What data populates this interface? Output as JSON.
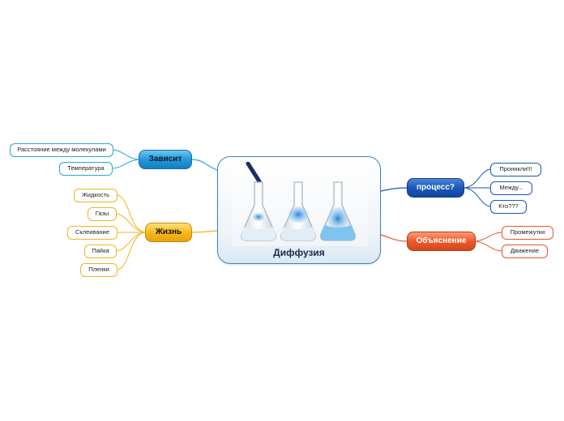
{
  "center": {
    "title": "Диффузия",
    "image": "laboratory-flasks-icon"
  },
  "branches": {
    "depends": {
      "label": "Зависит",
      "color": "#2299d8",
      "items": [
        "Расстояние между молекулами",
        "Температура"
      ]
    },
    "life": {
      "label": "Жизнь",
      "color": "#f7b81c",
      "items": [
        "Жидкость",
        "Газы",
        "Склеивание",
        "Пайка",
        "Пленки"
      ]
    },
    "process": {
      "label": "процесс?",
      "color": "#1a58b6",
      "items": [
        "Проникли!!!",
        "Между...",
        "Кто???"
      ]
    },
    "explanation": {
      "label": "Объяснение",
      "color": "#ea5a2c",
      "items": [
        "Промежутки",
        "Движение"
      ]
    }
  }
}
